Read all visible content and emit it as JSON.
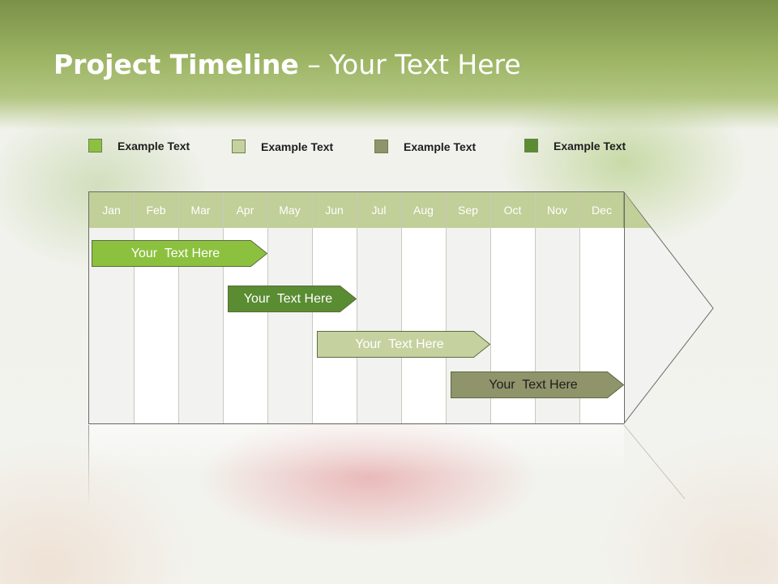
{
  "title": {
    "bold": "Project Timeline",
    "rest": " – Your Text Here"
  },
  "legend": [
    {
      "label": "Example Text",
      "color": "#8cc13f"
    },
    {
      "label": "Example Text",
      "color": "#c5d2a0"
    },
    {
      "label": "Example Text",
      "color": "#8f946a"
    },
    {
      "label": "Example Text",
      "color": "#5a8c32"
    }
  ],
  "months": [
    "Jan",
    "Feb",
    "Mar",
    "Apr",
    "May",
    "Jun",
    "Jul",
    "Aug",
    "Sep",
    "Oct",
    "Nov",
    "Dec"
  ],
  "tasks": [
    {
      "label": "Your  Text Here",
      "start_month": "Jan",
      "end_month": "Apr",
      "color": "#8cc13f",
      "text_color": "#ffffff"
    },
    {
      "label": "Your  Text Here",
      "start_month": "Apr",
      "end_month": "Jun",
      "color": "#5a8c32",
      "text_color": "#ffffff"
    },
    {
      "label": "Your  Text Here",
      "start_month": "Jun",
      "end_month": "Sep",
      "color": "#c5d2a0",
      "text_color": "#ffffff"
    },
    {
      "label": "Your  Text Here",
      "start_month": "Sep",
      "end_month": "Dec",
      "color": "#8f946a",
      "text_color": "#1e1e1e"
    }
  ],
  "colors": {
    "header_band": "#9cb464",
    "month_header": "#c1cf98"
  }
}
